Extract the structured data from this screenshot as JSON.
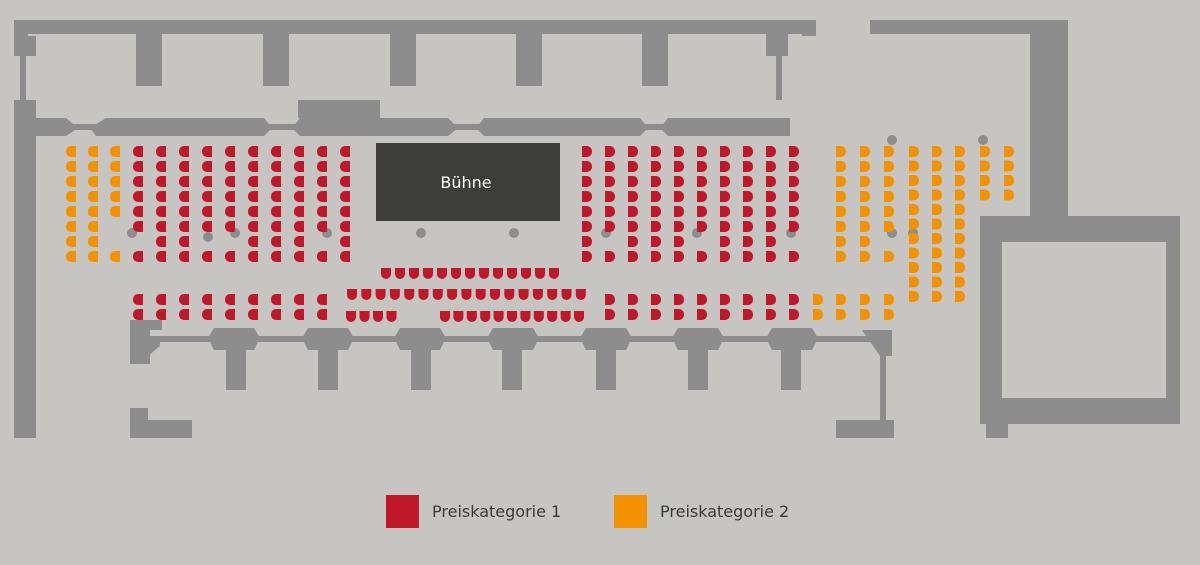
{
  "stage": {
    "label": "Bühne"
  },
  "legend": [
    {
      "label": "Preiskategorie 1",
      "color": "#c0182b"
    },
    {
      "label": "Preiskategorie 2",
      "color": "#f39200"
    }
  ],
  "colors": {
    "background": "#c6c5c1",
    "wall": "#8d8d8d",
    "stage": "#3d3d3c",
    "stage_text": "#ffffff",
    "pillar_dot": "#8d8d8d",
    "category_1": "#c0182b",
    "category_2": "#f39200"
  },
  "seating": {
    "category_1_blocks": [
      "left-seating-block",
      "center-right-seating-block",
      "front-arc-rows",
      "front-left-rows",
      "front-right-rows"
    ],
    "category_2_blocks": [
      "far-left-seating-block",
      "right-seating-block",
      "right-front-rows"
    ]
  }
}
